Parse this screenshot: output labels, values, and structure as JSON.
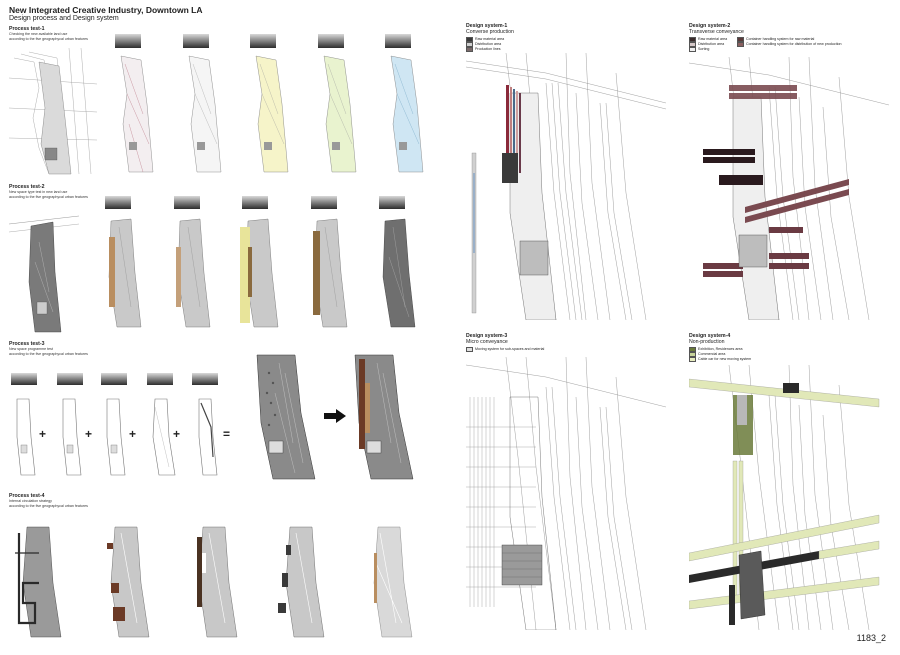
{
  "header": {
    "title": "New Integrated Creative Industry, Downtown LA",
    "subtitle": "Design process and Design system"
  },
  "process_tests": [
    {
      "title": "Process test-1",
      "subtitle_lines": [
        "Checking the new available land use",
        "according to the five geographycal urban features"
      ],
      "map_color": "#e8e8e8",
      "variants": [
        {
          "tint": "#f3eef0"
        },
        {
          "tint": "#f5f5f5"
        },
        {
          "tint": "#f6f4c9"
        },
        {
          "tint": "#e9f3cf"
        },
        {
          "tint": "#cfe6f3"
        }
      ]
    },
    {
      "title": "Process test-2",
      "subtitle_lines": [
        "New space type test in new land use",
        "according to the five geographycal urban features"
      ],
      "map_color": "#7a7a7a",
      "variants": [
        {
          "tint": "#b98e60"
        },
        {
          "tint": "#c4a07a"
        },
        {
          "tint": "#e8e49a"
        },
        {
          "tint": "#8a6a3e"
        },
        {
          "tint": "#6f6f6f"
        }
      ]
    },
    {
      "title": "Process test-3",
      "subtitle_lines": [
        "New space programme test",
        "according to the five geographycal urban features"
      ],
      "operators": [
        "+",
        "+",
        "+",
        "+",
        "="
      ]
    },
    {
      "title": "Process test-4",
      "subtitle_lines": [
        "Internal circulation strategy",
        "according to the five geographycal urban features"
      ],
      "variants": [
        {
          "tint": "#2a2a2a"
        },
        {
          "tint": "#6b3a26"
        },
        {
          "tint": "#4a3222"
        },
        {
          "tint": "#3a3a3a"
        },
        {
          "tint": "#d9d9d9"
        }
      ]
    }
  ],
  "design_systems": [
    {
      "title": "Design system-1",
      "subtitle": "Converse production",
      "legend": [
        {
          "label": "Raw material area",
          "color": "#3a3a3a"
        },
        {
          "label": "Distribution area",
          "color": "#d0d0d0"
        },
        {
          "label": "Production lines",
          "color": "#7a6a6a"
        }
      ]
    },
    {
      "title": "Design system-2",
      "subtitle": "Transverse conveyance",
      "legend": [
        {
          "label": "Raw material area",
          "color": "#3a2a2a"
        },
        {
          "label": "Container handling system for raw material",
          "color": "#5a3a3a"
        },
        {
          "label": "Distribution area",
          "color": "#d6c8c8"
        },
        {
          "label": "Container handling system for distribution of new production",
          "color": "#8a6060"
        },
        {
          "label": "Sorting",
          "color": "#f0f0f0"
        }
      ]
    },
    {
      "title": "Design system-3",
      "subtitle": "Micro conveyance",
      "legend": [
        {
          "label": "Moving system for sub-spaces and material",
          "color": "#e0e0e0"
        }
      ]
    },
    {
      "title": "Design system-4",
      "subtitle": "Non-production",
      "legend": [
        {
          "label": "Exhibition, Residences area",
          "color": "#6a7a3a"
        },
        {
          "label": "Commercial area",
          "color": "#c8d49a"
        },
        {
          "label": "Cable car for new moving system",
          "color": "#e8edc0"
        }
      ]
    }
  ],
  "footer": {
    "page_id": "1183_2"
  }
}
